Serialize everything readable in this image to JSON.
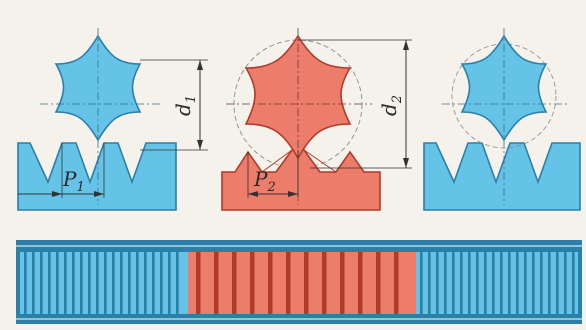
{
  "labels": {
    "pitch_1": "P",
    "pitch_1_sub": "1",
    "pitch_2": "P",
    "pitch_2_sub": "2",
    "diameter_1": "d",
    "diameter_1_sub": "1",
    "diameter_2": "d",
    "diameter_2_sub": "2"
  },
  "colors": {
    "blue": "#66c3e8",
    "blue_dark": "#2b7fa8",
    "red": "#ec7d6b",
    "red_dark": "#b23a2b",
    "background": "#f4f2ea"
  }
}
